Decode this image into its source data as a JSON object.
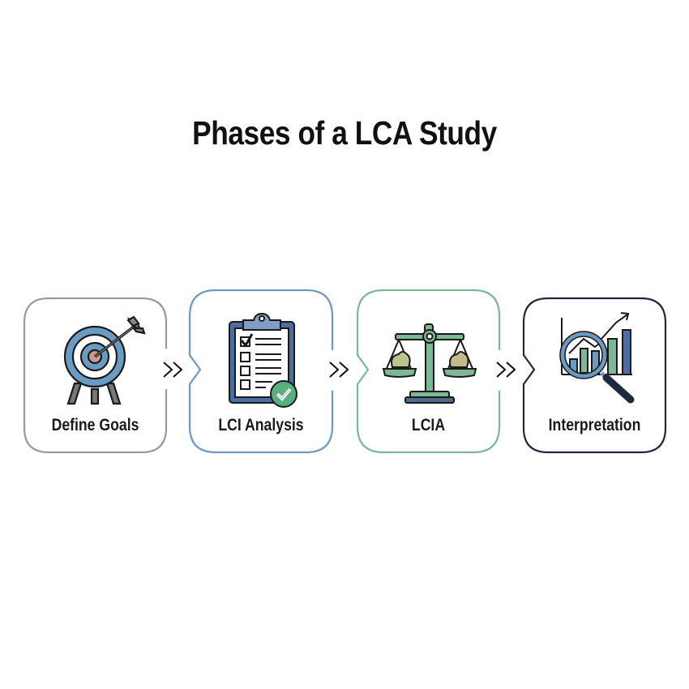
{
  "title": "Phases of a LCA Study",
  "phases": [
    {
      "id": "define-goals",
      "label": "Define Goals",
      "icon": "target-icon",
      "border_color": "#9a9a9a"
    },
    {
      "id": "lci-analysis",
      "label": "LCI Analysis",
      "icon": "clipboard-checklist-icon",
      "border_color": "#6b9bc3"
    },
    {
      "id": "lcia",
      "label": "LCIA",
      "icon": "balance-scale-icon",
      "border_color": "#7cb896"
    },
    {
      "id": "interpretation",
      "label": "Interpretation",
      "icon": "magnifier-chart-icon",
      "border_color": "#1e2940"
    }
  ],
  "connectors": [
    "chevrons-icon",
    "chevrons-icon",
    "chevrons-icon"
  ],
  "colors": {
    "blue": "#6b9bc3",
    "dark_blue": "#4a6e9f",
    "green": "#7cb896",
    "navy": "#1e2940",
    "gray": "#777777"
  }
}
